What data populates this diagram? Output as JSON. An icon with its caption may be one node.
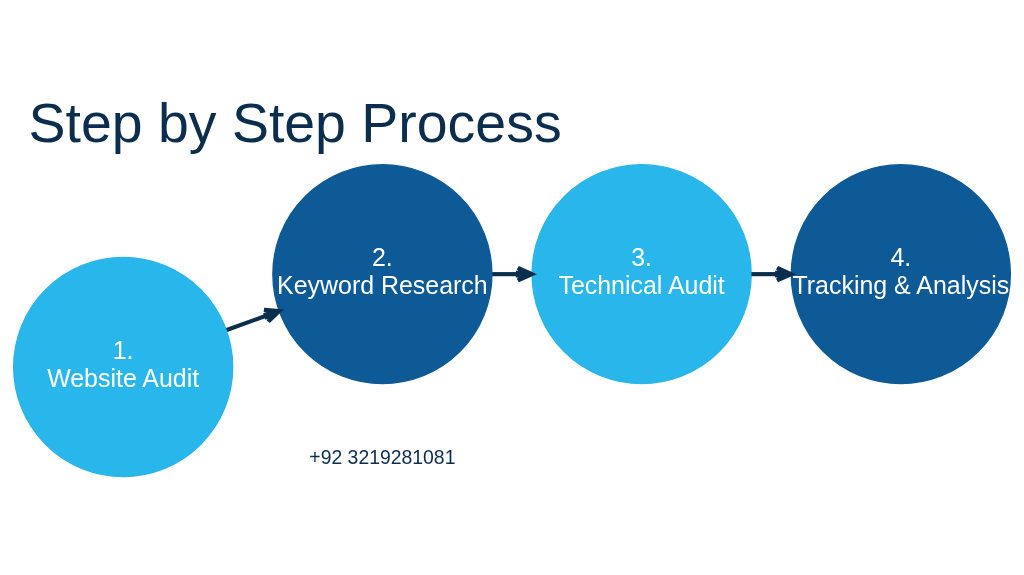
{
  "diagram": {
    "title": "Step by Step Process",
    "nodes": [
      {
        "text": [
          "1.",
          "Website Audit"
        ]
      },
      {
        "text": [
          "2.",
          "Keyword Research"
        ]
      },
      {
        "text": [
          "3.",
          "Technical Audit"
        ]
      },
      {
        "text": [
          "4.",
          "Tracking & Analysis"
        ]
      }
    ],
    "edges": [
      {
        "from": 0,
        "to": 1,
        "arrow": "to"
      },
      {
        "from": 1,
        "to": 2,
        "arrow": "to"
      },
      {
        "from": 2,
        "to": 3,
        "arrow": "to"
      }
    ],
    "labels": [
      "+92 3219281081"
    ]
  }
}
